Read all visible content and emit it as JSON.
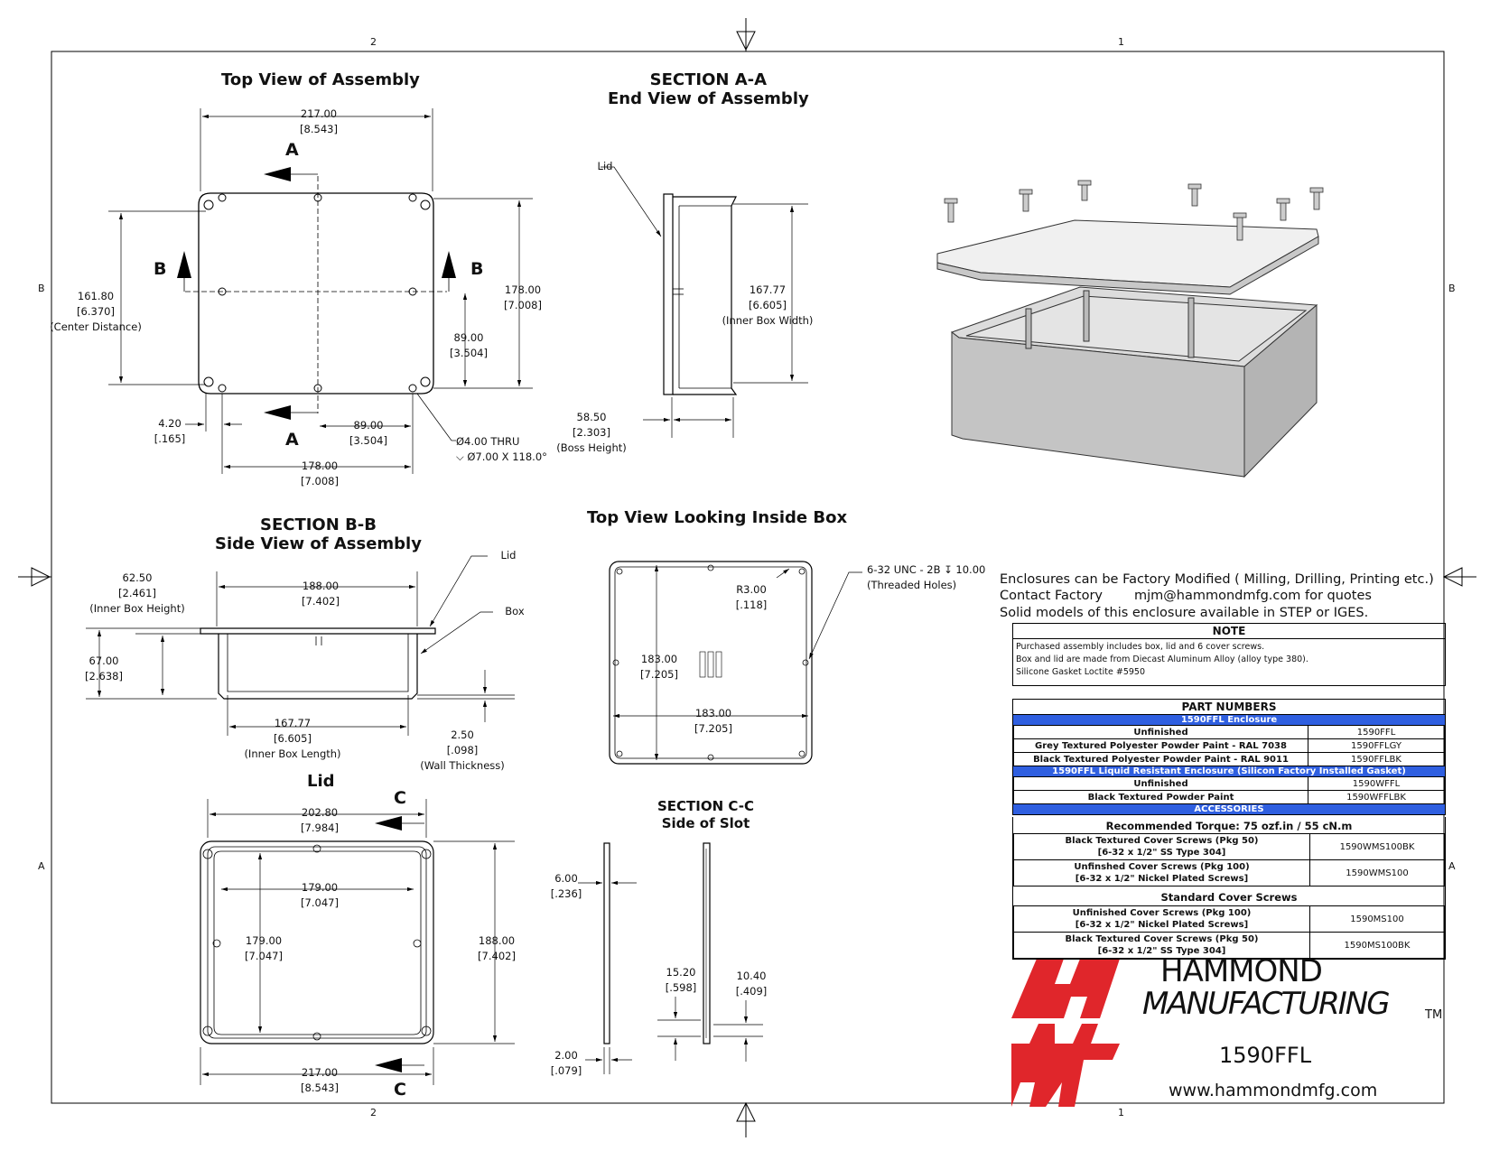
{
  "grid": {
    "top": [
      "2",
      "1"
    ],
    "bottom": [
      "2",
      "1"
    ],
    "left": [
      "B",
      "A"
    ],
    "right": [
      "B",
      "A"
    ]
  },
  "views": {
    "top_view": {
      "title": "Top View of Assembly",
      "sec_a": "A",
      "sec_b": "B",
      "d_width": "217.00",
      "d_width_in": "[8.543]",
      "d_center": "161.80",
      "d_center_in": "[6.370]",
      "d_center_note": "(Center Distance)",
      "d_height": "178.00",
      "d_height_in": "[7.008]",
      "d_half_h": "89.00",
      "d_half_h_in": "[3.504]",
      "d_edge": "4.20",
      "d_edge_in": "[.165]",
      "d_half_w": "89.00",
      "d_half_w_in": "[3.504]",
      "d_bolt": "178.00",
      "d_bolt_in": "[7.008]",
      "hole1": "Ø4.00 THRU",
      "hole2": "⌵ Ø7.00 X 118.0°"
    },
    "section_aa": {
      "title1": "SECTION A-A",
      "title2": "End View of Assembly",
      "lid": "Lid",
      "d_inner": "167.77",
      "d_inner_in": "[6.605]",
      "d_inner_note": "(Inner Box Width)",
      "d_boss": "58.50",
      "d_boss_in": "[2.303]",
      "d_boss_note": "(Boss Height)"
    },
    "section_bb": {
      "title1": "SECTION B-B",
      "title2": "Side View of Assembly",
      "lid": "Lid",
      "box": "Box",
      "d_inner_h": "62.50",
      "d_inner_h_in": "[2.461]",
      "d_inner_h_note": "(Inner Box Height)",
      "d_top": "188.00",
      "d_top_in": "[7.402]",
      "d_total": "67.00",
      "d_total_in": "[2.638]",
      "d_len": "167.77",
      "d_len_in": "[6.605]",
      "d_len_note": "(Inner Box Length)",
      "d_wall": "2.50",
      "d_wall_in": "[.098]",
      "d_wall_note": "(Wall Thickness)"
    },
    "inside": {
      "title": "Top View Looking Inside Box",
      "d_r": "R3.00",
      "d_r_in": "[.118]",
      "d_thread1": "6-32 UNC - 2B ↧ 10.00",
      "d_thread2": "(Threaded Holes)",
      "d_h": "183.00",
      "d_h_in": "[7.205]",
      "d_w": "183.00",
      "d_w_in": "[7.205]"
    },
    "lid": {
      "title": "Lid",
      "sec_c": "C",
      "d_w": "202.80",
      "d_w_in": "[7.984]",
      "d_iw": "179.00",
      "d_iw_in": "[7.047]",
      "d_ih": "179.00",
      "d_ih_in": "[7.047]",
      "d_h": "188.00",
      "d_h_in": "[7.402]",
      "d_ow": "217.00",
      "d_ow_in": "[8.543]"
    },
    "section_cc": {
      "title1": "SECTION  C-C",
      "title2": "Side  of Slot",
      "d_t": "6.00",
      "d_t_in": "[.236]",
      "d_a": "15.20",
      "d_a_in": "[.598]",
      "d_b": "10.40",
      "d_b_in": "[.409]",
      "d_c": "2.00",
      "d_c_in": "[.079]"
    }
  },
  "info": {
    "line1": "Enclosures can be Factory Modified ( Milling, Drilling, Printing etc.)",
    "line2a": "Contact Factory",
    "line2b": "mjm@hammondmfg.com for quotes",
    "line3": "Solid models of this enclosure available in STEP or IGES."
  },
  "note": {
    "header": "NOTE",
    "lines": [
      "Purchased assembly includes box, lid and 6 cover screws.",
      "Box and lid are made from Diecast Aluminum Alloy (alloy type 380).",
      "Silicone Gasket Loctite #5950"
    ]
  },
  "parts": {
    "header": "PART NUMBERS",
    "group1": "1590FFL Enclosure",
    "rows1": [
      [
        "Unfinished",
        "1590FFL"
      ],
      [
        "Grey Textured Polyester Powder Paint - RAL 7038",
        "1590FFLGY"
      ],
      [
        "Black Textured Polyester Powder Paint - RAL 9011",
        "1590FFLBK"
      ]
    ],
    "group2": "1590FFL Liquid Resistant Enclosure (Silicon Factory Installed Gasket)",
    "rows2": [
      [
        "Unfinished",
        "1590WFFL"
      ],
      [
        "Black Textured Powder Paint",
        "1590WFFLBK"
      ]
    ],
    "group3": "ACCESSORIES"
  },
  "acc": {
    "torque": "Recommended Torque: 75 ozf.in / 55 cN.m",
    "rowsA": [
      [
        "Black Textured Cover Screws (Pkg 50)",
        "[6-32 x 1/2\" SS Type 304]",
        "1590WMS100BK"
      ],
      [
        "Unfinshed Cover Screws (Pkg 100)",
        "[6-32 x 1/2\" Nickel Plated Screws]",
        "1590WMS100"
      ]
    ],
    "standard": "Standard Cover Screws",
    "rowsB": [
      [
        "Unfinished Cover Screws (Pkg 100)",
        "[6-32 x 1/2\" Nickel Plated Screws]",
        "1590MS100"
      ],
      [
        "Black Textured Cover Screws (Pkg 50)",
        "[6-32 x 1/2\" SS Type 304]",
        "1590MS100BK"
      ]
    ]
  },
  "brand": {
    "name1": "HAMMOND",
    "name2": "MANUFACTURING",
    "tm": "TM",
    "part": "1590FFL",
    "url": "www.hammondmfg.com",
    "red": "#e0262b"
  }
}
